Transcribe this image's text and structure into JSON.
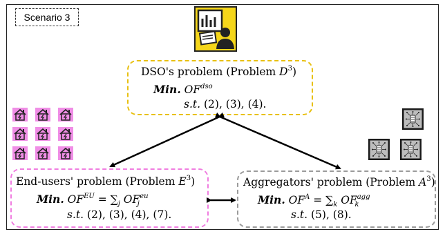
{
  "scenario_label": "Scenario 3",
  "dso": {
    "title_text": "DSO's problem (Problem ",
    "problem_symbol": "D",
    "problem_sup": "3",
    "close_paren": ")",
    "min_label": "Min.",
    "objective": "OF",
    "objective_sup": "dso",
    "st_label": "s.t.",
    "constraints": "(2), (3), (4)."
  },
  "end_users": {
    "title_text": "End-users' problem (Problem ",
    "problem_symbol": "E",
    "problem_sup": "3",
    "close_paren": ")",
    "min_label": "Min.",
    "objective": "OF",
    "objective_sup": "EU",
    "equals": " = ∑",
    "sum_index": "j",
    "term": " OF",
    "term_sup": "eu",
    "term_sub": "j",
    "st_label": "s.t.",
    "constraints": "(2), (3), (4), (7)."
  },
  "aggregators": {
    "title_text": "Aggregators' problem (Problem ",
    "problem_symbol": "A",
    "problem_sup": "3",
    "close_paren": ")",
    "min_label": "Min.",
    "objective": "OF",
    "objective_sup": "A",
    "equals": " = ∑",
    "sum_index": "k",
    "term": " OF",
    "term_sup": "agg",
    "term_sub": "k",
    "st_label": "s.t.",
    "constraints": "(5), (8)."
  },
  "icons": {
    "dso_operator": "operator-monitor-icon",
    "end_user_home": "smart-home-icon",
    "aggregator": "aggregator-server-icon"
  },
  "colors": {
    "dso_border": "#e8c010",
    "end_users_border": "#f07de0",
    "aggregators_border": "#9a9a9a",
    "dso_icon_bg": "#f5d61a",
    "home_icon_bg": "#f08ee6"
  }
}
